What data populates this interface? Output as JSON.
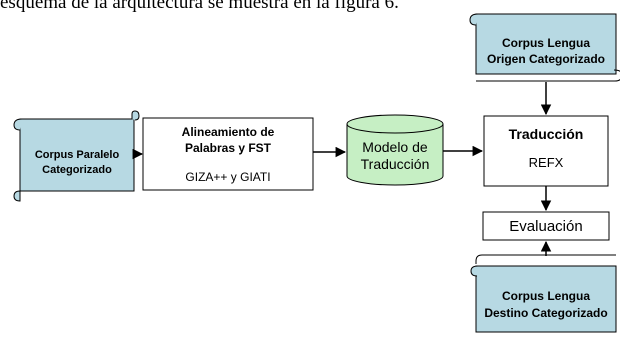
{
  "caption": "esquema de la arquitectura se muestra en la figura 6.",
  "nodes": {
    "corpus_paralelo": [
      "Corpus Paralelo",
      "Categorizado"
    ],
    "alineamiento_title": [
      "Alineamiento de",
      "Palabras y FST"
    ],
    "alineamiento_sub": "GIZA++ y GIATI",
    "modelo": [
      "Modelo de",
      "Traducción"
    ],
    "corpus_origen": [
      "Corpus Lengua",
      "Origen Categorizado"
    ],
    "traduccion_title": "Traducción",
    "traduccion_sub": "REFX",
    "evaluacion": "Evaluación",
    "corpus_destino": [
      "Corpus Lengua",
      "Destino Categorizado"
    ]
  },
  "colors": {
    "scroll_fill": "#b7d9e3",
    "cylinder_fill": "#c6efc4",
    "stroke": "#000000"
  }
}
